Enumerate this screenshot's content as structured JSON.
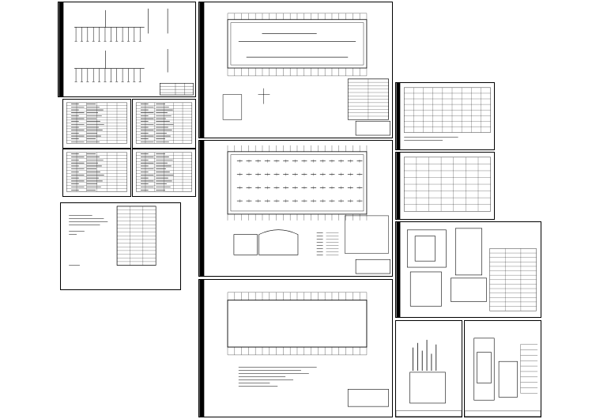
{
  "sheets": [
    {
      "id": "single-line-diagram"
    },
    {
      "id": "equipment-schedule-a"
    },
    {
      "id": "equipment-schedule-b"
    },
    {
      "id": "equipment-schedule-c"
    },
    {
      "id": "equipment-schedule-d"
    },
    {
      "id": "design-notes-cover"
    },
    {
      "id": "floor-plan-power"
    },
    {
      "id": "floor-plan-lighting"
    },
    {
      "id": "floor-plan-grounding"
    },
    {
      "id": "panel-schedule-1"
    },
    {
      "id": "panel-schedule-2"
    },
    {
      "id": "detail-section"
    },
    {
      "id": "riser-diagram-1"
    },
    {
      "id": "riser-diagram-2"
    }
  ],
  "colors": {
    "background": "#ffffff",
    "line": "#000000"
  }
}
